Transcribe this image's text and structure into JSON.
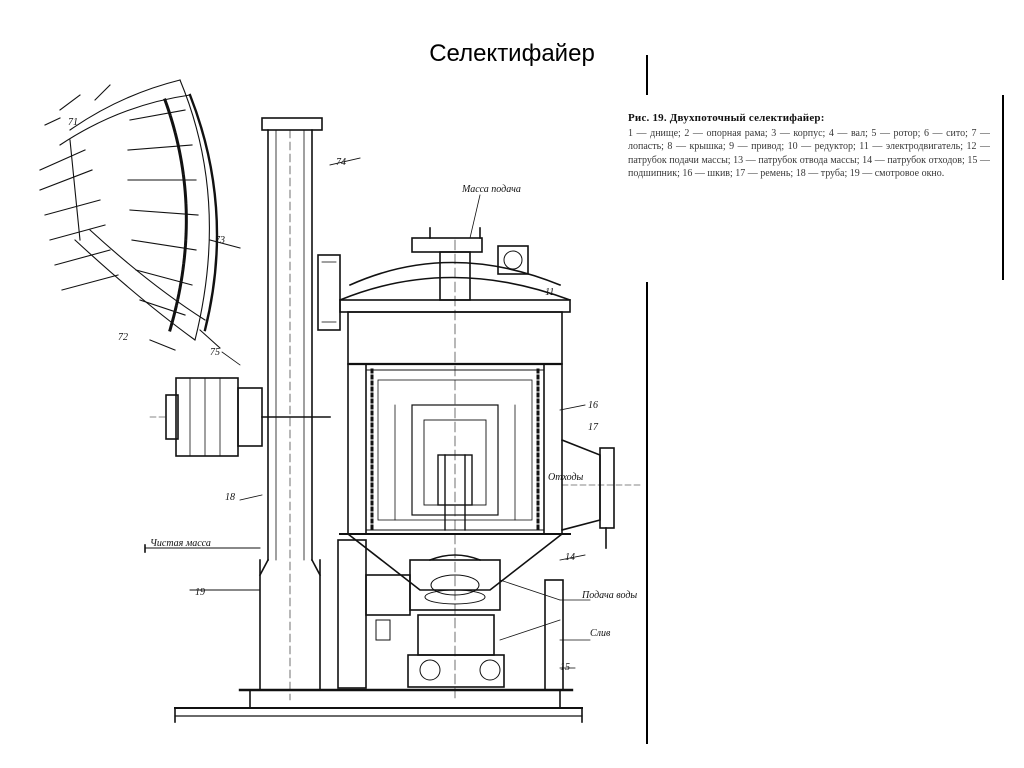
{
  "slide": {
    "title": "Селектифайер"
  },
  "caption": {
    "head": "Рис. 19. Двухпоточный селектифайер:",
    "body": "1 — днище; 2 — опорная рама; 3 — корпус; 4 — вал; 5 — ротор; 6 — сито; 7 — лопасть; 8 — крышка; 9 — привод; 10 — редуктор; 11 — электродвигатель; 12 — патрубок подачи массы; 13 — патрубок отвода массы; 14 — патрубок отходов; 15 — подшипник; 16 — шкив; 17 — ремень; 18 — труба; 19 — смотровое окно."
  },
  "diagram": {
    "labels": {
      "top_right_inlet": "Масса подача",
      "left_middle": "Чистая масса",
      "right_outlet": "Отходы",
      "right_lower": "Подача воды",
      "right_bottom": "Слив",
      "num_74": "74",
      "num_73": "73",
      "num_72": "72",
      "num_71": "71",
      "num_75": "75",
      "num_14": "14",
      "num_15": "15",
      "num_16": "16",
      "num_17": "17",
      "num_18": "18",
      "num_19": "19",
      "num_11": "11"
    },
    "colors": {
      "ink": "#111111",
      "background": "#ffffff"
    }
  }
}
